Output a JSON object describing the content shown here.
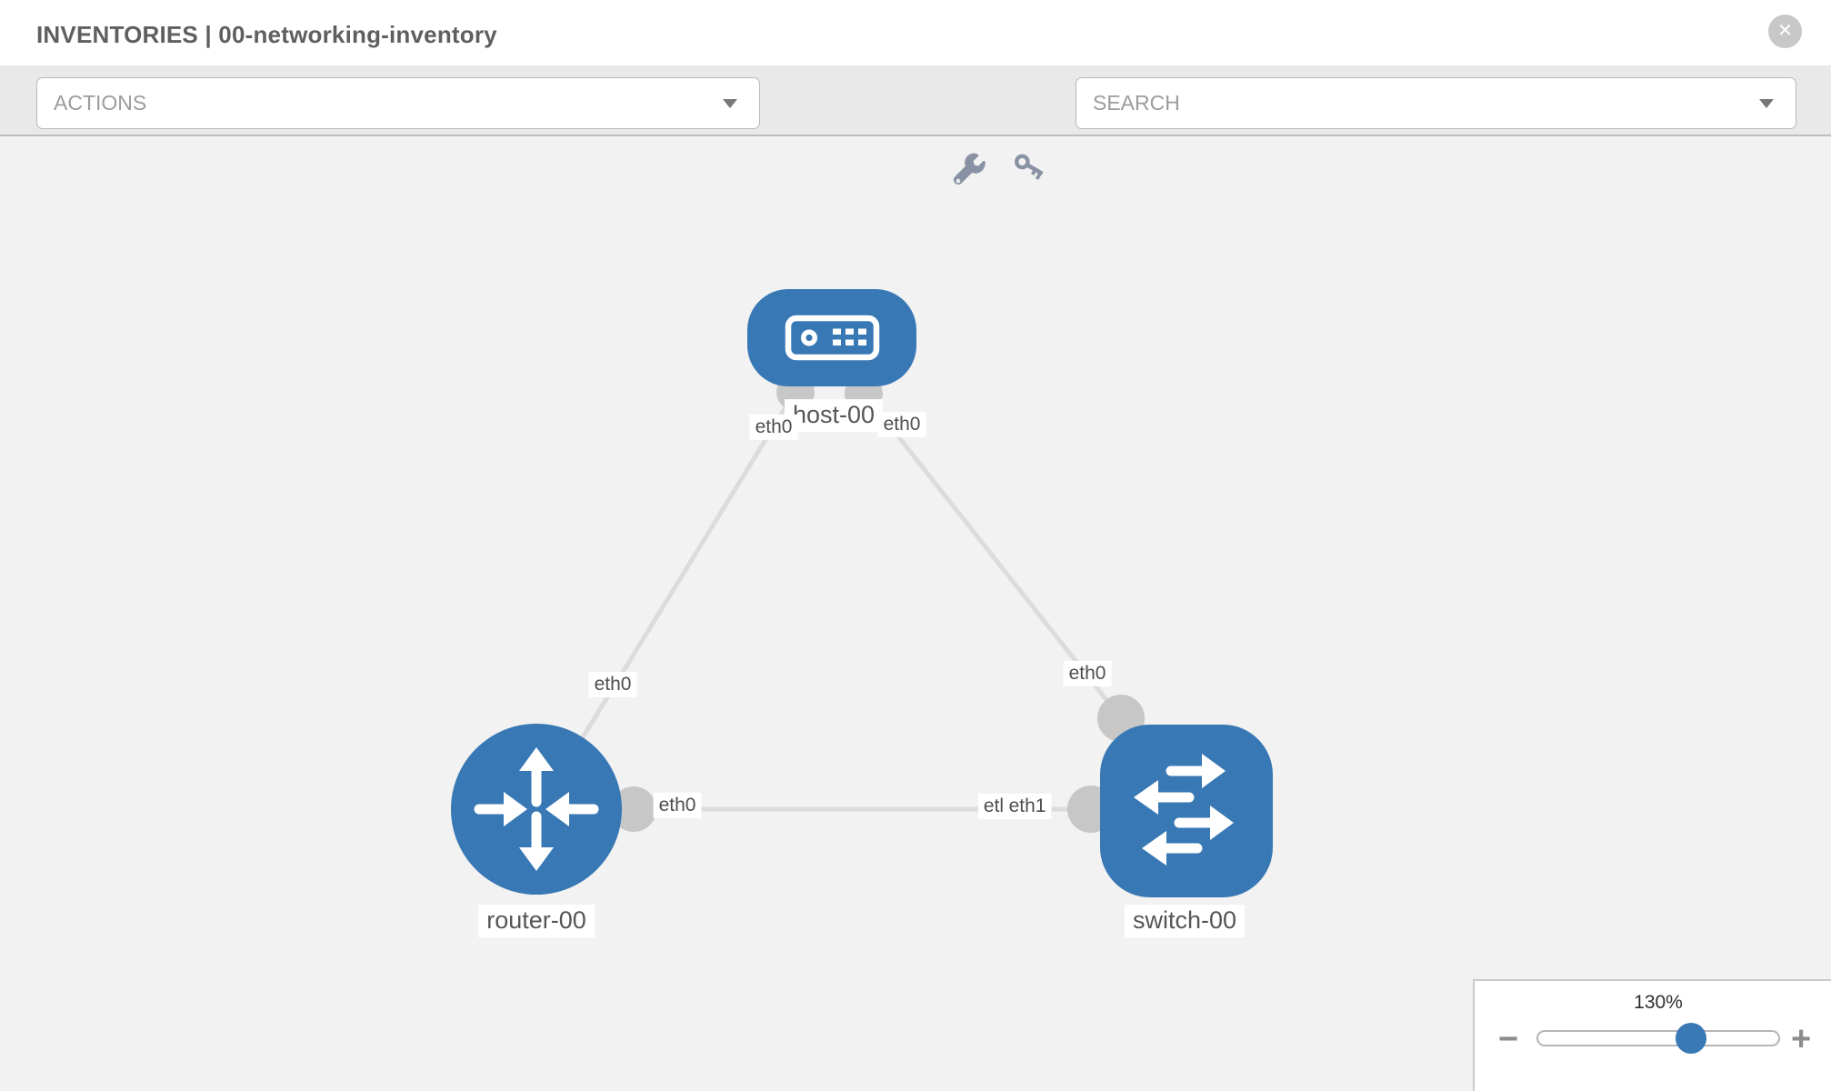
{
  "header": {
    "title": "INVENTORIES | 00-networking-inventory",
    "close_glyph": "✕"
  },
  "toolbar": {
    "actions_label": "ACTIONS",
    "search_label": "SEARCH"
  },
  "icons": {
    "close": "close-x-circle",
    "caret": "caret-down-triangle",
    "wrench": "wrench",
    "key": "key",
    "host": "server",
    "router": "router-arrows",
    "switch": "switch-arrows",
    "zoom_out": "minus",
    "zoom_in": "plus"
  },
  "topology": {
    "nodes": [
      {
        "label": "host-00",
        "type": "host"
      },
      {
        "label": "router-00",
        "type": "router"
      },
      {
        "label": "switch-00",
        "type": "switch"
      }
    ],
    "interface_labels": {
      "host_left": "eth0",
      "host_right": "eth0",
      "router_top": "eth0",
      "switch_top": "eth0",
      "router_right": "eth0",
      "switch_left_partial": "etl",
      "switch_left": "eth1"
    }
  },
  "zoom_control": {
    "level": "130%",
    "minus_glyph": "−",
    "plus_glyph": "+"
  },
  "colors": {
    "node_blue": "#3878b5",
    "link_gray": "#dcdcdc",
    "port_gray": "#c7c7c7",
    "canvas_bg": "#f2f2f2",
    "toolbar_bg": "#e9e9e9"
  }
}
